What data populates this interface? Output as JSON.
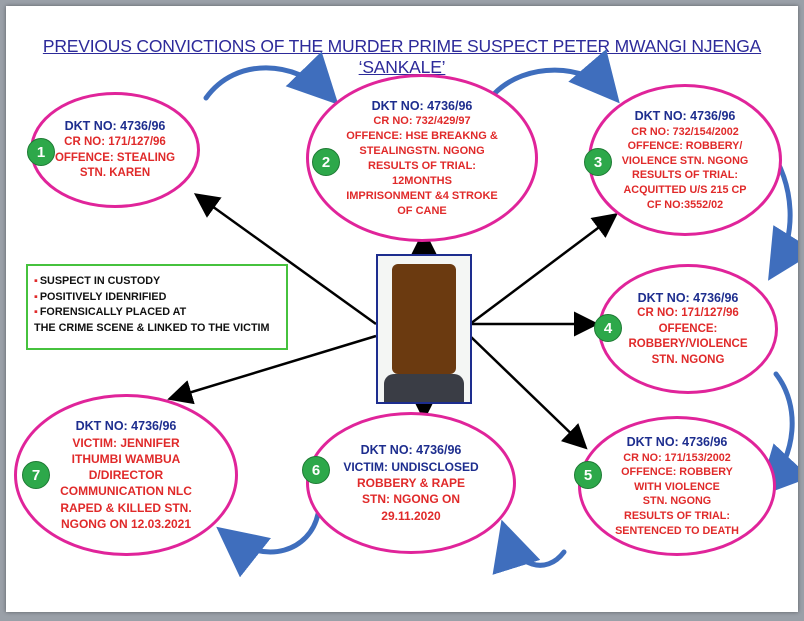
{
  "title": "PREVIOUS CONVICTIONS OF THE MURDER PRIME SUSPECT PETER MWANGI NJENGA ‘SANKALE’",
  "legend": [
    "SUSPECT IN CUSTODY",
    "POSITIVELY IDENRIFIED",
    "FORENSICALLY PLACED AT",
    "THE CRIME SCENE  & LINKED TO THE VICTIM"
  ],
  "photo_caption": "",
  "nodes": [
    {
      "num": "1",
      "dkt": "DKT NO: 4736/96",
      "lines": [
        "CR NO: 171/127/96",
        "OFFENCE: STEALING",
        "STN. KAREN"
      ]
    },
    {
      "num": "2",
      "dkt": "DKT NO: 4736/96",
      "lines": [
        "CR NO: 732/429/97",
        "OFFENCE: HSE BREAKNG &",
        "STEALINGSTN. NGONG",
        "RESULTS OF TRIAL:",
        "12MONTHS",
        "IMPRISONMENT &4 STROKE",
        "OF CANE"
      ]
    },
    {
      "num": "3",
      "dkt": "DKT NO: 4736/96",
      "lines": [
        "CR NO: 732/154/2002",
        "OFFENCE: ROBBERY/",
        "VIOLENCE STN. NGONG",
        "RESULTS OF TRIAL:",
        "ACQUITTED U/S 215 CP",
        "CF NO:3552/02"
      ]
    },
    {
      "num": "4",
      "dkt": "DKT NO: 4736/96",
      "lines": [
        "CR NO: 171/127/96",
        "OFFENCE:",
        "ROBBERY/VIOLENCE",
        "STN. NGONG"
      ]
    },
    {
      "num": "5",
      "dkt": "DKT NO: 4736/96",
      "lines": [
        "CR NO: 171/153/2002",
        "OFFENCE:  ROBBERY",
        "WITH VIOLENCE",
        "STN. NGONG",
        "RESULTS OF TRIAL:",
        "SENTENCED TO DEATH"
      ]
    },
    {
      "num": "6",
      "dkt": "DKT NO: 4736/96",
      "lines": [
        "VICTIM: UNDISCLOSED",
        "ROBBERY  & RAPE",
        "STN: NGONG ON",
        "29.11.2020"
      ]
    },
    {
      "num": "7",
      "dkt": "DKT NO: 4736/96",
      "lines": [
        "VICTIM: JENNIFER",
        "ITHUMBI WAMBUA",
        "D/DIRECTOR",
        "COMMUNICATION NLC",
        "RAPED & KILLED STN.",
        "NGONG ON 12.03.2021"
      ]
    }
  ],
  "colors": {
    "node_border": "#e0249a",
    "dkt_text": "#1d2d8e",
    "body_text": "#e02a2a",
    "badge": "#2da84a",
    "curved_arrow": "#3f6ebd",
    "legend_border": "#46c23e"
  }
}
